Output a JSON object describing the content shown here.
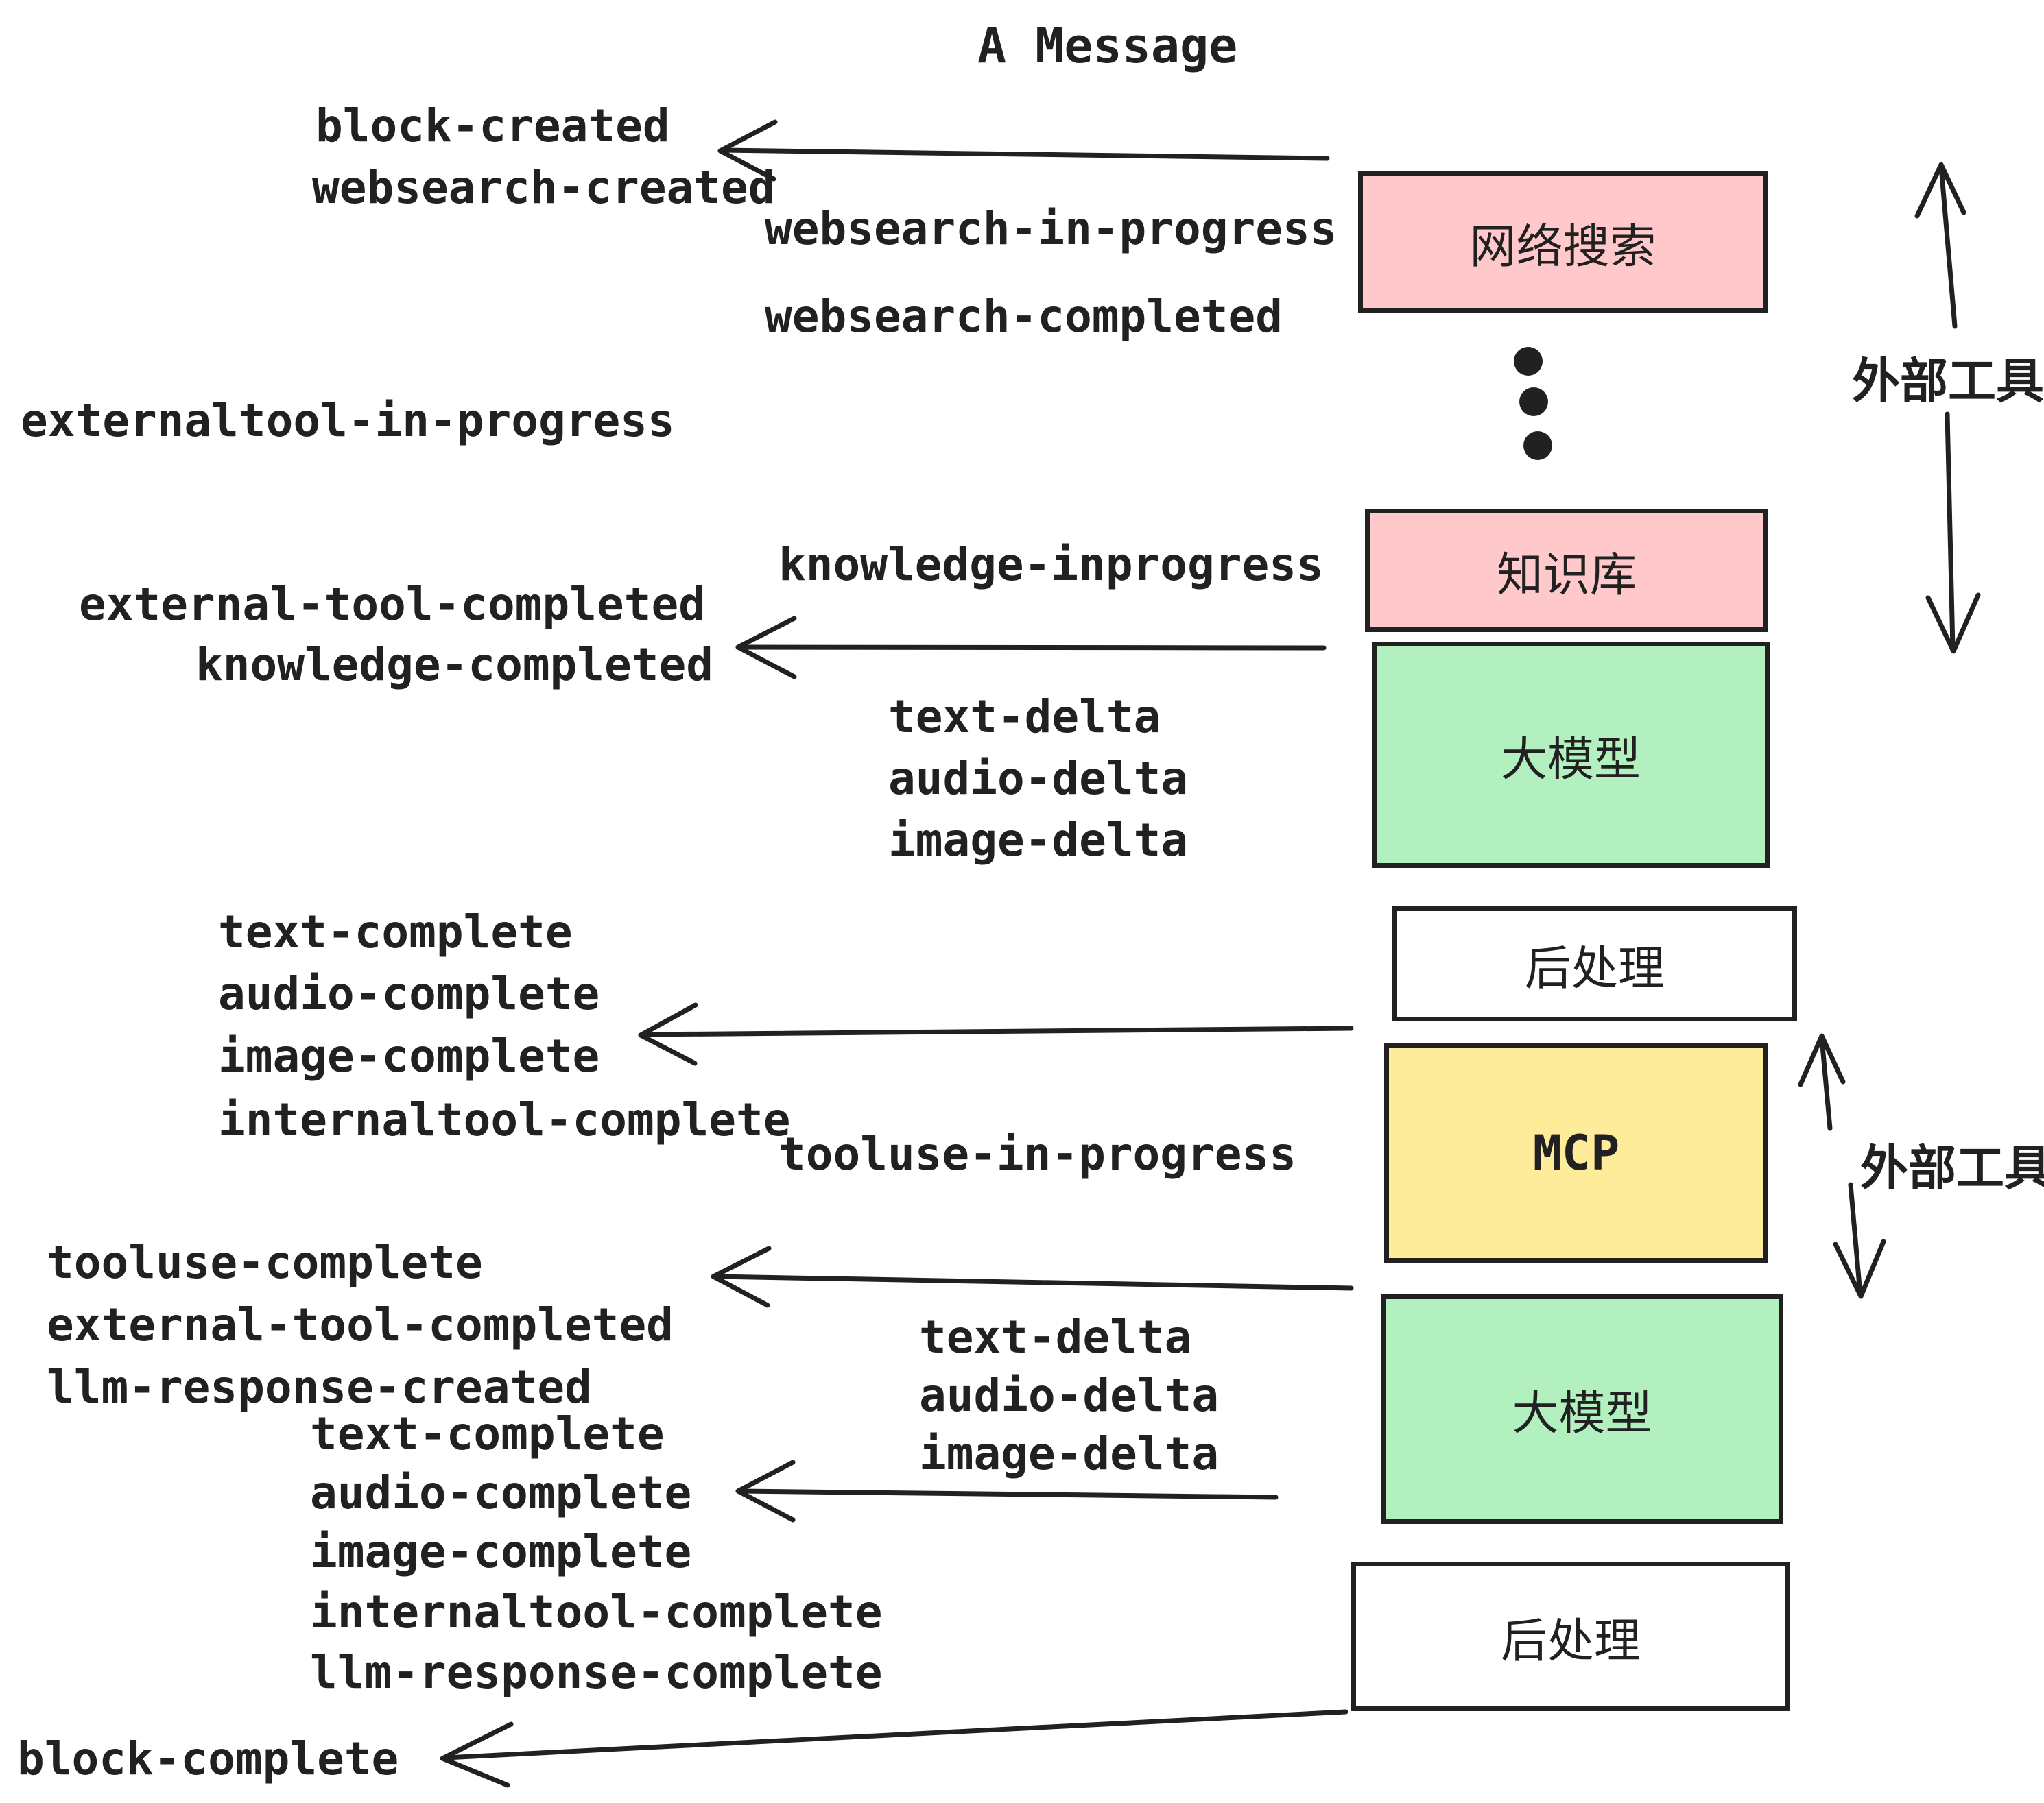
{
  "title": "A Message",
  "colors": {
    "pink": "#ffc9cb",
    "green": "#b2f0bf",
    "yellow": "#ffec9a",
    "ink": "#212121",
    "paper": "#ffffff"
  },
  "boxes": {
    "websearch": {
      "label": "网络搜索"
    },
    "knowledge": {
      "label": "知识库"
    },
    "llm1": {
      "label": "大模型"
    },
    "post1": {
      "label": "后处理"
    },
    "mcp": {
      "label": "MCP"
    },
    "llm2": {
      "label": "大模型"
    },
    "post2": {
      "label": "后处理"
    }
  },
  "side_labels": {
    "external_tools_top": "外部工具",
    "external_tools_bottom": "外部工具"
  },
  "events": {
    "block_created": "block-created",
    "websearch_created": "websearch-created",
    "websearch_in_progress": "websearch-in-progress",
    "websearch_completed": "websearch-completed",
    "externaltool_in_progress": "externaltool-in-progress",
    "knowledge_inprogress": "knowledge-inprogress",
    "external_tool_completed": "external-tool-completed",
    "knowledge_completed": "knowledge-completed",
    "text_delta_1": "text-delta",
    "audio_delta_1": "audio-delta",
    "image_delta_1": "image-delta",
    "text_complete_1": "text-complete",
    "audio_complete_1": "audio-complete",
    "image_complete_1": "image-complete",
    "internaltool_complete_1": "internaltool-complete",
    "tooluse_in_progress": "tooluse-in-progress",
    "tooluse_complete": "tooluse-complete",
    "external_tool_completed_2": "external-tool-completed",
    "llm_response_created": "llm-response-created",
    "text_complete_2": "text-complete",
    "audio_complete_2": "audio-complete",
    "image_complete_2": "image-complete",
    "internaltool_complete_2": "internaltool-complete",
    "llm_response_complete": "llm-response-complete",
    "block_complete": "block-complete"
  }
}
